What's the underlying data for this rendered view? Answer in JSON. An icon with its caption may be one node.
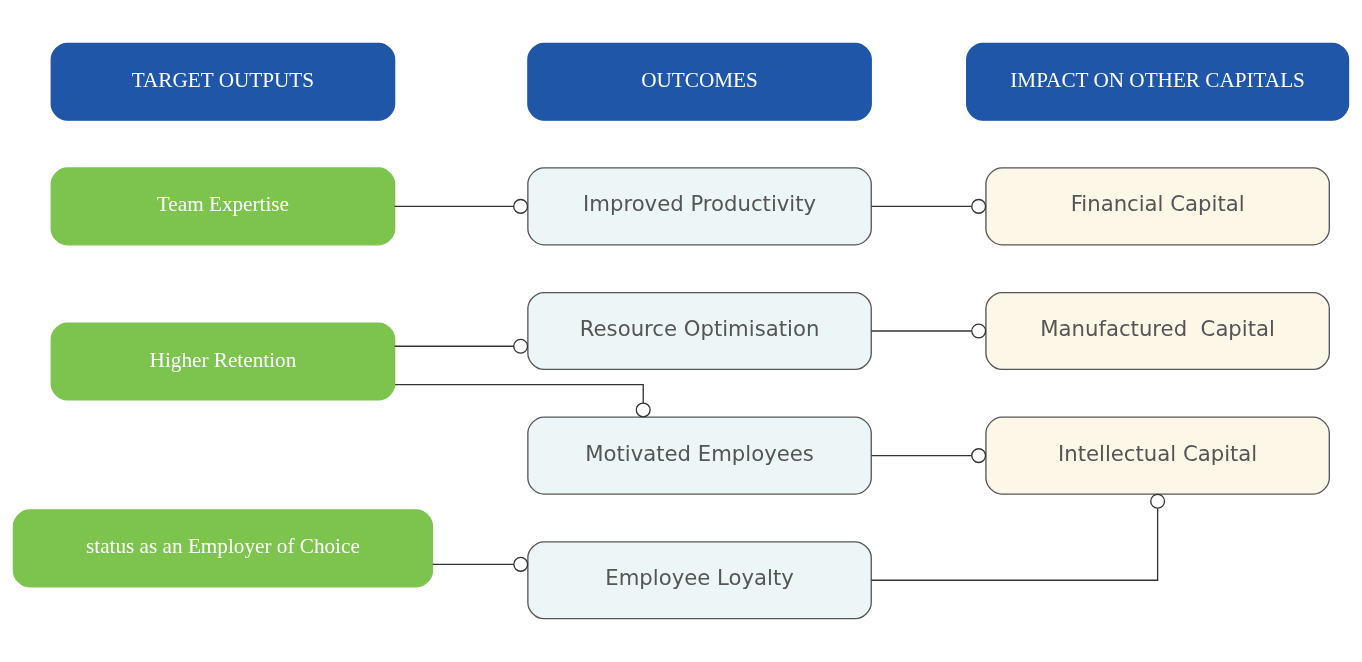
{
  "diagram": {
    "nodes": [
      {
        "text": [
          "TARGET OUTPUTS"
        ]
      },
      {
        "text": [
          "OUTCOMES"
        ]
      },
      {
        "text": [
          "IMPACT ON OTHER CAPITALS"
        ]
      },
      {
        "text": [
          "Team Expertise"
        ]
      },
      {
        "text": [
          "Improved Productivity"
        ]
      },
      {
        "text": [
          "Financial Capital"
        ]
      },
      {
        "text": [
          "Resource Optimisation"
        ]
      },
      {
        "text": [
          "Manufactured  Capital"
        ]
      },
      {
        "text": [
          "Higher Retention"
        ]
      },
      {
        "text": [
          "Motivated Employees"
        ]
      },
      {
        "text": [
          "Intellectual Capital"
        ]
      },
      {
        "text": [
          "status as an Employer of Choice"
        ]
      },
      {
        "text": [
          "Employee Loyalty"
        ]
      }
    ],
    "edges": [
      {
        "from": 3,
        "to": 4,
        "arrow": "other"
      },
      {
        "from": 4,
        "to": 5,
        "arrow": "other"
      },
      {
        "from": 8,
        "to": 6,
        "arrow": "other"
      },
      {
        "from": 6,
        "to": 7,
        "arrow": "other"
      },
      {
        "from": 8,
        "to": 9,
        "arrow": "other"
      },
      {
        "from": 9,
        "to": 10,
        "arrow": "other"
      },
      {
        "from": 11,
        "to": 12,
        "arrow": "other"
      },
      {
        "from": 12,
        "to": 10,
        "arrow": "other"
      }
    ]
  }
}
